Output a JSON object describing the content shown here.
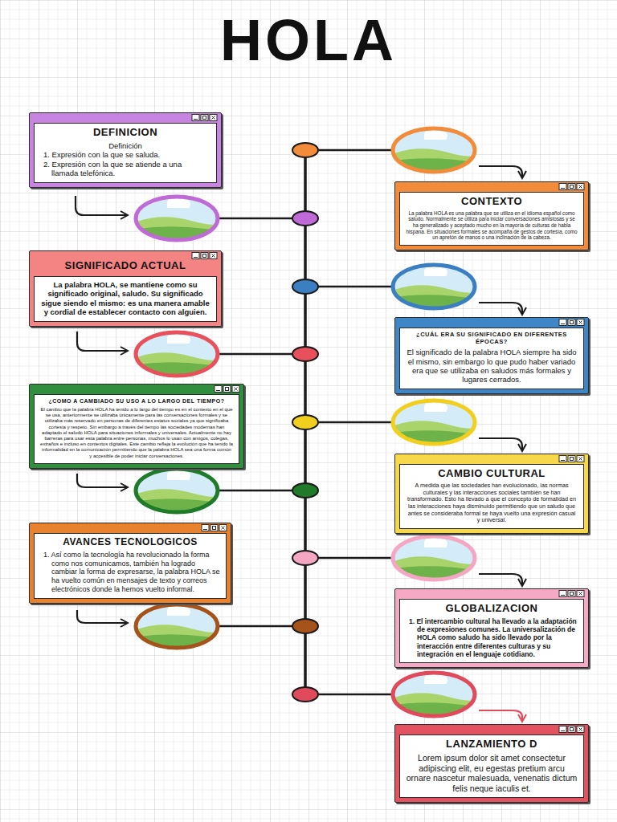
{
  "diagram": {
    "title": "HOLA",
    "nodes": [
      {
        "text": [
          "DEFINICION",
          "Definición",
          "1. Expresión con la que se saluda.",
          "2. Expresión con la que se atiende a una llamada telefónica."
        ]
      },
      {
        "text": [
          "CONTEXTO",
          "La palabra HOLA es una palabra que se utiliza en el idioma español como saludo. Normalmente se utiliza para iniciar conversaciones amistosas y se ha generalizado y aceptado mucho en la mayoría de culturas de habla hispana. En situaciones formales se acompaña de gestos de cortesía, como un apretón de manos o una inclinación de la cabeza."
        ]
      },
      {
        "text": [
          "SIGNIFICADO ACTUAL",
          "La palabra HOLA, se mantiene como su significado original, saludo. Su significado sigue siendo el mismo: es una manera amable y cordial de establecer contacto con alguien."
        ]
      },
      {
        "text": [
          "¿CUÁL ERA SU SIGNIFICADO EN DIFERENTES ÉPOCAS?",
          "El significado de la palabra HOLA siempre ha sido el mismo, sin embargo lo que pudo haber variado era que se utilizaba en saludos más formales y lugares cerrados."
        ]
      },
      {
        "text": [
          "¿COMO A CAMBIADO SU USO A LO LARGO DEL TIEMPO?",
          "El cambio que la palabra HOLA ha tenido a lo largo del tiempo es en el contexto en el que se usa, anteriormente se utilizaba únicamente para las conversaciones formales y se utilizaba más reservado en personas de diferentes estatus sociales ya que significaba cortesía y respeto. Sin embargo a través del tiempo las sociedades modernas han adaptado el saludo HOLA para situaciones informales y universales. Actualmente no hay barreras para usar esta palabra entre personas, muchos lo usan con amigos, colegas, extraños e incluso en contextos digitales. Este cambio refleja la evolución que ha tenido la informalidad en la comunicación permitiendo que la palabra HOLA sea una forma común y accesible de poder iniciar conversaciones."
        ]
      },
      {
        "text": [
          "CAMBIO CULTURAL",
          "A medida que las sociedades han evolucionado, las normas culturales y las interacciones sociales también se han transformado. Esto ha llevado a que el concepto de formalidad en las interacciones haya disminuido permitiendo que un saludo que antes se consideraba formal se haya vuelto una expresión casual y universal."
        ]
      },
      {
        "text": [
          "AVANCES TECNOLOGICOS",
          "1. Así como la tecnología ha revolucionado la forma como nos comunicamos, también ha logrado cambiar la forma de expresarse, la palabra HOLA se ha vuelto común en mensajes de texto y correos electrónicos donde la hemos vuelto informal."
        ]
      },
      {
        "text": [
          "GLOBALIZACION",
          "1. El intercambio cultural ha llevado a la adaptación de expresiones comunes. La universalización de HOLA como saludo ha sido llevado por la interacción entre diferentes culturas y su integración en el lenguaje cotidiano."
        ]
      },
      {
        "text": [
          "LANZAMIENTO D",
          "Lorem ipsum dolor sit amet consectetur adipiscing elit, eu egestas pretium arcu ornare nascetur malesuada, venenatis dictum felis neque iaculis et."
        ]
      }
    ]
  }
}
